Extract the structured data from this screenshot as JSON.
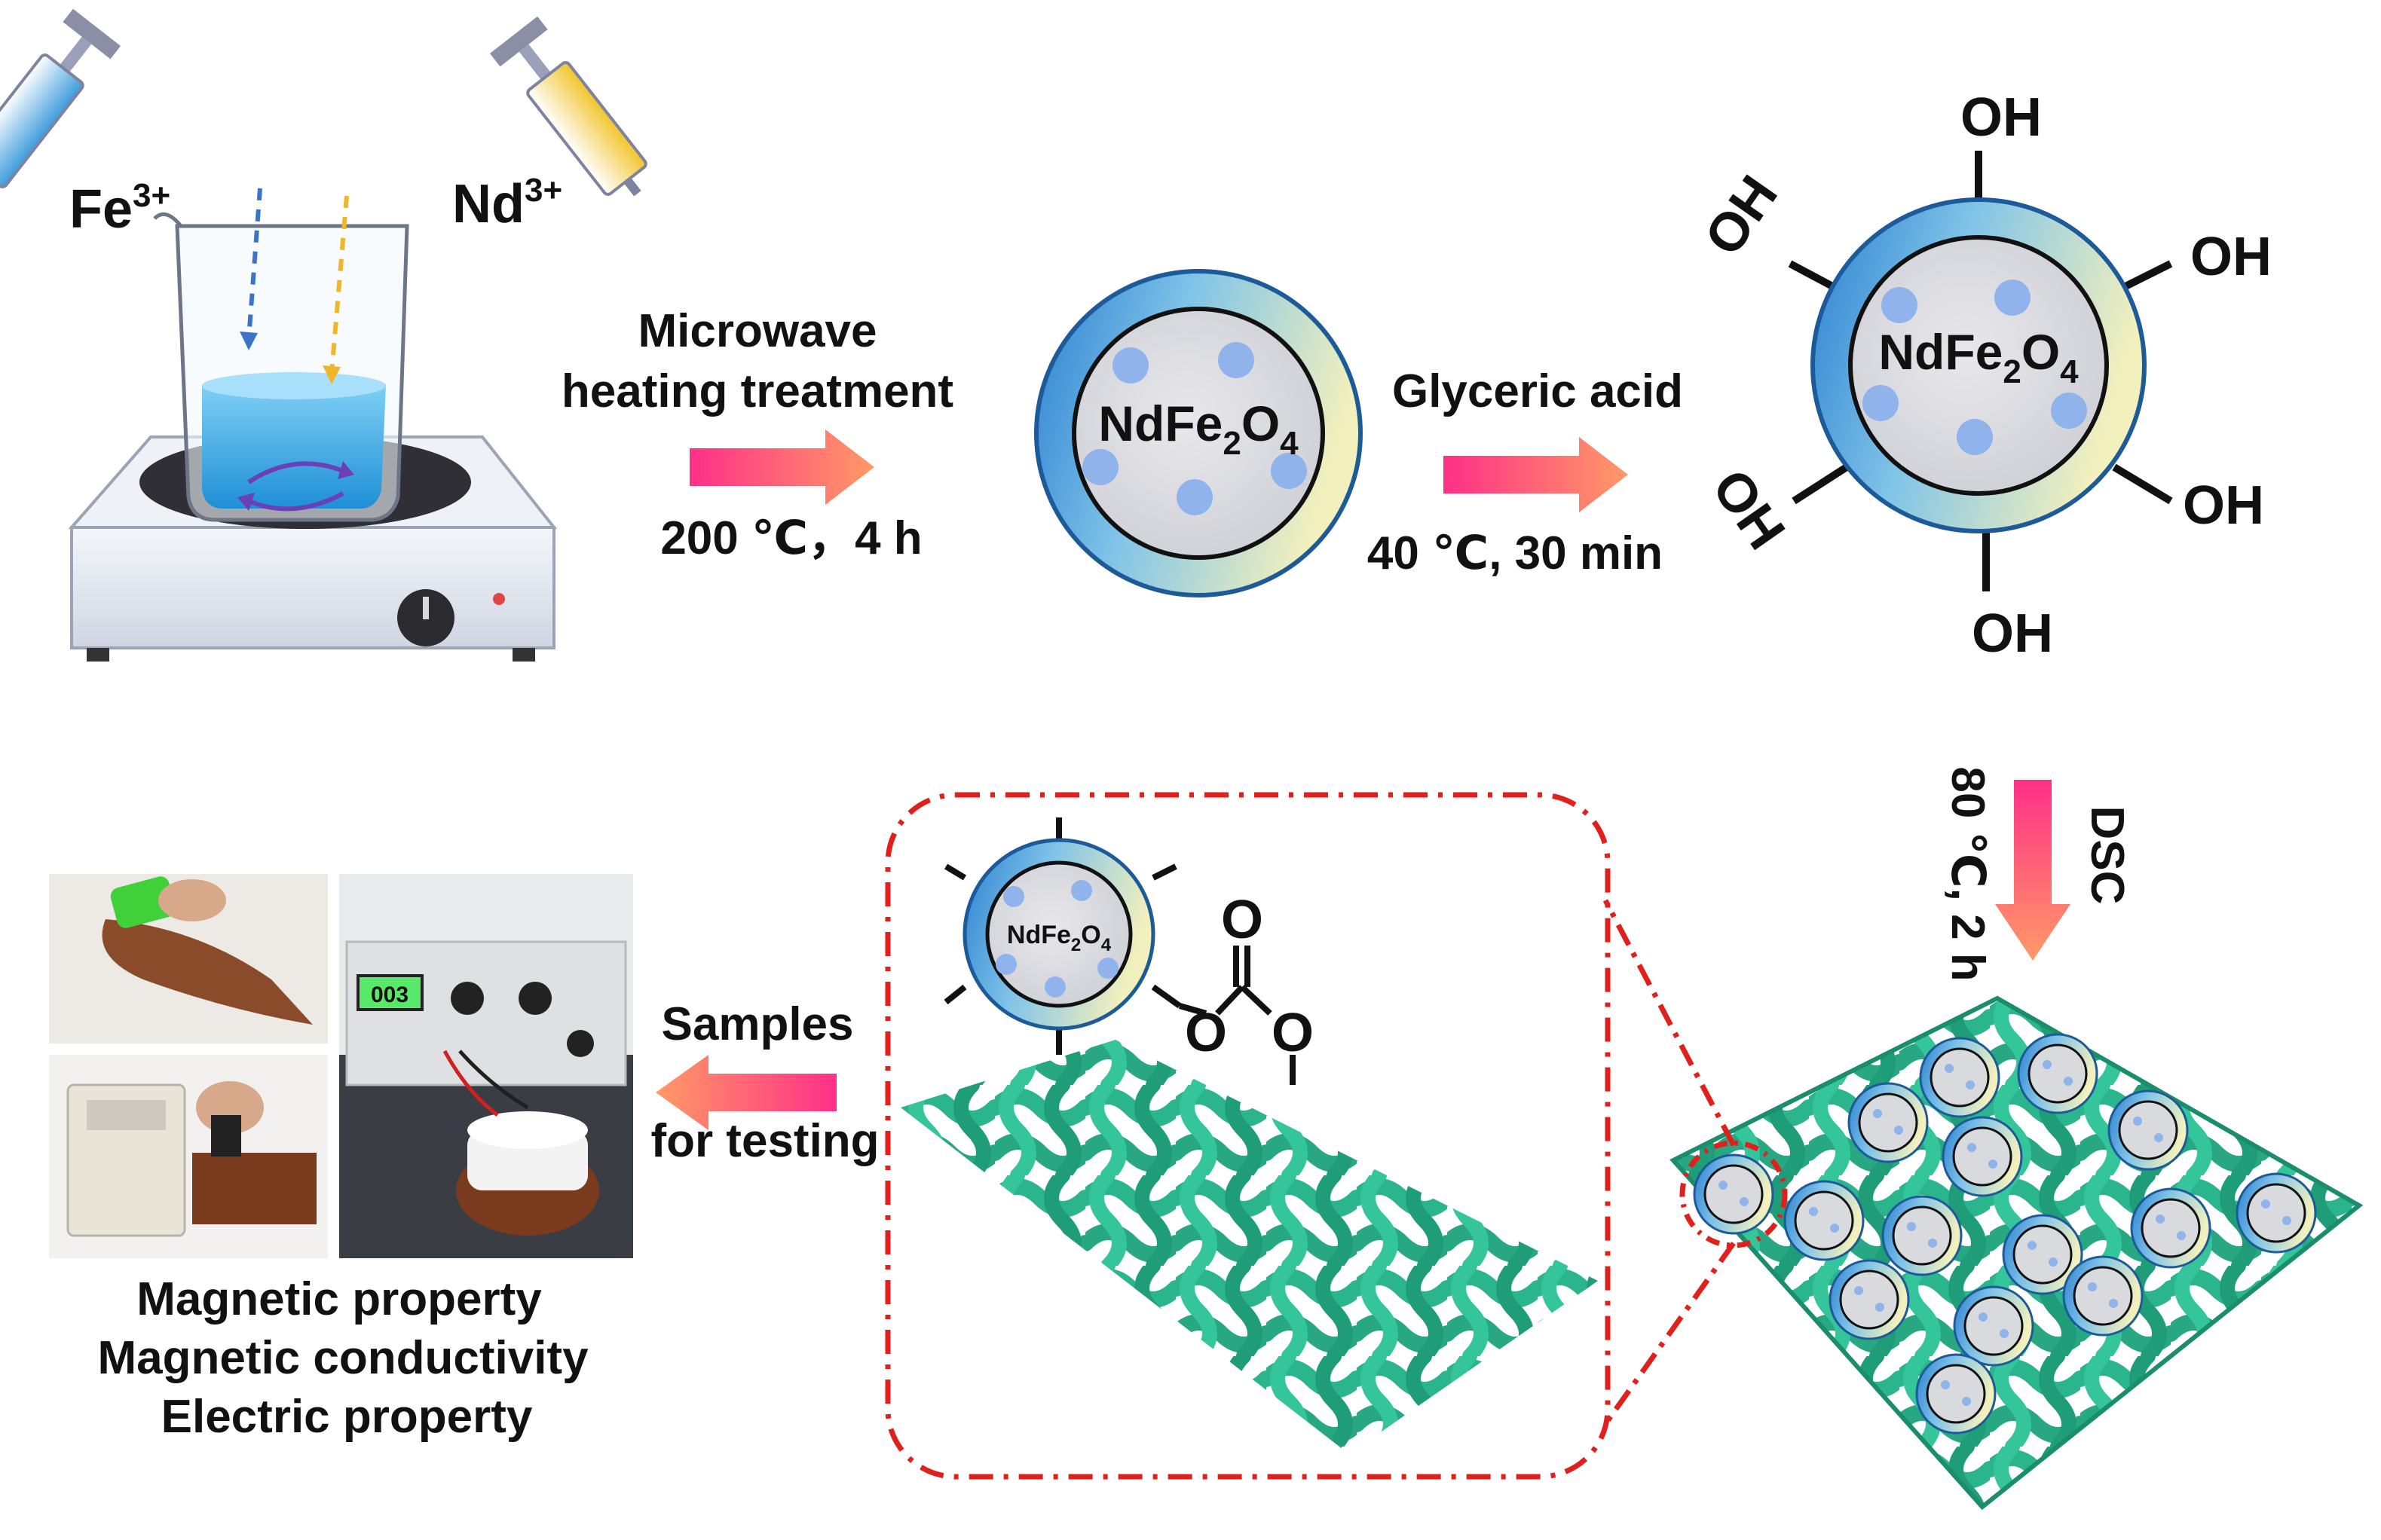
{
  "ions": {
    "fe": "Fe",
    "fe_sup": "3+",
    "nd": "Nd",
    "nd_sup": "3+"
  },
  "step1": {
    "line1": "Microwave",
    "line2": "heating treatment",
    "cond": "200 ℃，4 h"
  },
  "core": {
    "base": "NdFe",
    "sub1": "2",
    "mid": "O",
    "sub2": "4"
  },
  "step2": {
    "label": "Glyceric acid",
    "cond": "40 ℃, 30 min"
  },
  "oh_groups": [
    "OH",
    "OH",
    "OH",
    "OH",
    "OH",
    "OH"
  ],
  "step3": {
    "cond": "80 ℃, 2 h",
    "label": "DSC"
  },
  "carbonate": {
    "o_top": "O",
    "o_left": "O",
    "o_right": "O"
  },
  "step4": {
    "line1": "Samples",
    "line2": "for testing"
  },
  "instrument_display": "003",
  "properties": [
    "Magnetic property",
    "Magnetic conductivity",
    "Electric property"
  ],
  "colors": {
    "arrow_start": "#ff3c8c",
    "arrow_end": "#ff9a6b",
    "fabric": "#2bb58d",
    "fabric_dark": "#1a8d6b",
    "shell_blue": "#2f8fd8",
    "shell_yellow": "#eef1c0",
    "core_gray": "#d9dade",
    "dot_blue": "#8fb3ea",
    "dash_red": "#e0201c"
  }
}
